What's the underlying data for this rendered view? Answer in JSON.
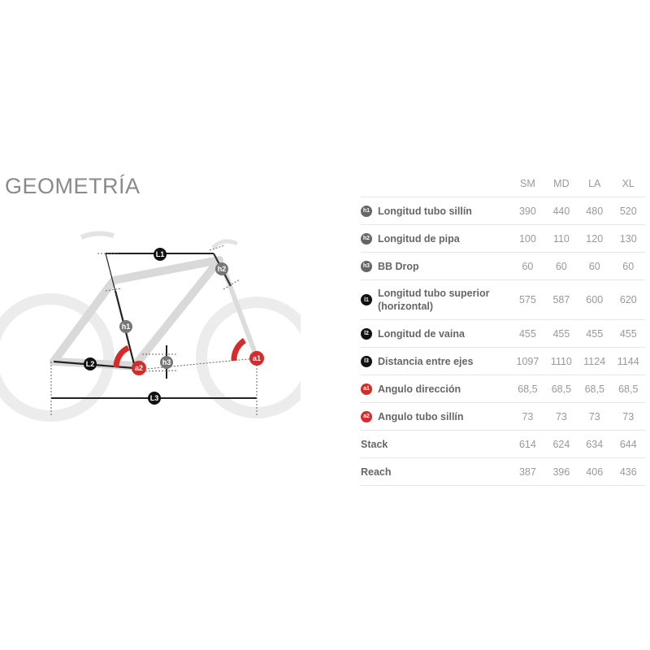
{
  "title": "GEOMETRÍA",
  "diagram": {
    "labels": {
      "L1": "L1",
      "L2": "L2",
      "L3": "L3",
      "h1": "h1",
      "h2": "h2",
      "h3": "h3",
      "a1": "a1",
      "a2": "a2"
    }
  },
  "colors": {
    "dark": "#222222",
    "gray": "#666666",
    "red": "#d42b2b"
  },
  "table": {
    "headers": [
      "SM",
      "MD",
      "LA",
      "XL"
    ],
    "rows": [
      {
        "badge": "h1",
        "badge_color": "#666666",
        "label": "Longitud tubo sillín",
        "values": [
          "390",
          "440",
          "480",
          "520"
        ]
      },
      {
        "badge": "h2",
        "badge_color": "#666666",
        "label": "Longitud de pipa",
        "values": [
          "100",
          "110",
          "120",
          "130"
        ]
      },
      {
        "badge": "h3",
        "badge_color": "#666666",
        "label": "BB Drop",
        "values": [
          "60",
          "60",
          "60",
          "60"
        ]
      },
      {
        "badge": "l1",
        "badge_color": "#111111",
        "label": "Longitud tubo superior",
        "label2": "(horizontal)",
        "values": [
          "575",
          "587",
          "600",
          "620"
        ]
      },
      {
        "badge": "l2",
        "badge_color": "#111111",
        "label": "Longitud de vaina",
        "values": [
          "455",
          "455",
          "455",
          "455"
        ]
      },
      {
        "badge": "l3",
        "badge_color": "#111111",
        "label": "Distancia entre ejes",
        "values": [
          "1097",
          "1110",
          "1124",
          "1144"
        ]
      },
      {
        "badge": "a1",
        "badge_color": "#d42b2b",
        "label": "Angulo dirección",
        "values": [
          "68,5",
          "68,5",
          "68,5",
          "68,5"
        ]
      },
      {
        "badge": "a2",
        "badge_color": "#d42b2b",
        "label": "Angulo tubo sillín",
        "values": [
          "73",
          "73",
          "73",
          "73"
        ]
      },
      {
        "label": "Stack",
        "values": [
          "614",
          "624",
          "634",
          "644"
        ]
      },
      {
        "label": "Reach",
        "values": [
          "387",
          "396",
          "406",
          "436"
        ]
      }
    ]
  }
}
